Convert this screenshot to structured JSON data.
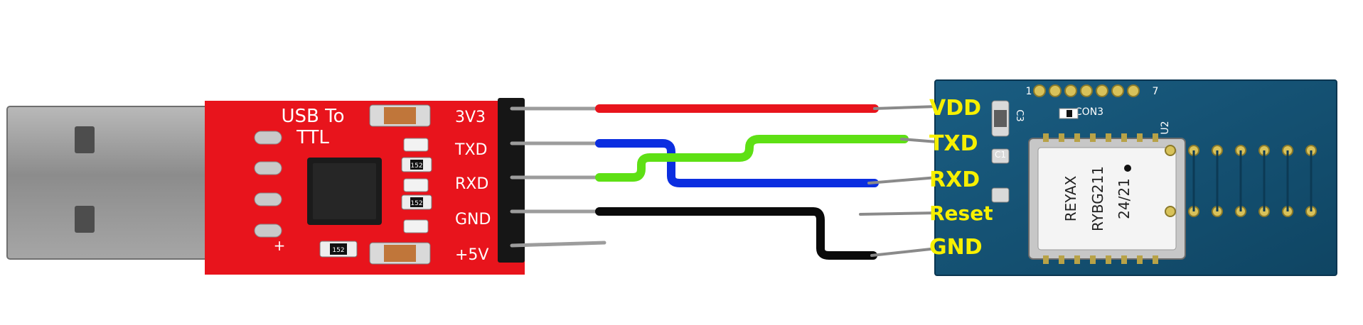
{
  "usb_adapter": {
    "title_line1": "USB To",
    "title_line2": "TTL",
    "pins": [
      "3V3",
      "TXD",
      "RXD",
      "GND",
      "+5V"
    ],
    "resistor_label": "152",
    "board_color": "#e8141c"
  },
  "module": {
    "header_first": "1",
    "header_last": "7",
    "connector_label": "CON3",
    "cap_c3": "C3",
    "cap_c1": "C1",
    "u2_label": "U2",
    "chip_brand": "REYAX",
    "chip_model": "RYBG211",
    "chip_date": "24/21",
    "pin_labels": [
      "VDD",
      "TXD",
      "RXD",
      "Reset",
      "GND"
    ],
    "board_color": "#114a6b",
    "label_color": "#f7f000"
  },
  "wires": [
    {
      "name": "vdd-wire",
      "color": "#e8141c"
    },
    {
      "name": "tx-to-rx-wire",
      "color": "#0b2ee0"
    },
    {
      "name": "rx-to-tx-wire",
      "color": "#5ee014"
    },
    {
      "name": "gnd-wire",
      "color": "#0a0a0a"
    }
  ]
}
